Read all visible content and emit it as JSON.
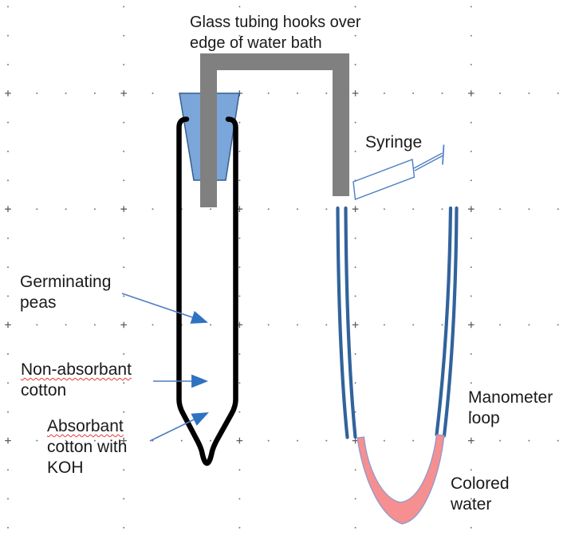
{
  "title": {
    "line1": "Glass tubing hooks over",
    "line2": "edge of water bath"
  },
  "labels": {
    "syringe": {
      "line1": "Syringe"
    },
    "germinating_peas": {
      "line1": "Germinating",
      "line2": "peas"
    },
    "non_absorbant_cotton": {
      "line1": "Non-absorbant",
      "line2": "cotton"
    },
    "absorbant_cotton_koh": {
      "line1": "Absorbant",
      "line2": "cotton with",
      "line3": "KOH"
    },
    "manometer_loop": {
      "line1": "Manometer",
      "line2": "loop"
    },
    "colored_water": {
      "line1": "Colored",
      "line2": "water"
    }
  },
  "colors": {
    "text": "#1a1a1a",
    "tubing_gray": "#808080",
    "stopper_fill": "#7ba6d9",
    "stopper_stroke": "#355e8f",
    "tube_black": "#000000",
    "manometer_blue": "#31639c",
    "water_fill": "#f58f90",
    "water_stroke": "#8a9bd0",
    "arrow_line": "#4d7ec3",
    "arrow_head": "#2e72c2",
    "syringe_line": "#4d7ec3",
    "squiggle_red": "#e53935",
    "grid_dot": "#7a7a7a",
    "grid_plus": "#5e5e5e"
  }
}
